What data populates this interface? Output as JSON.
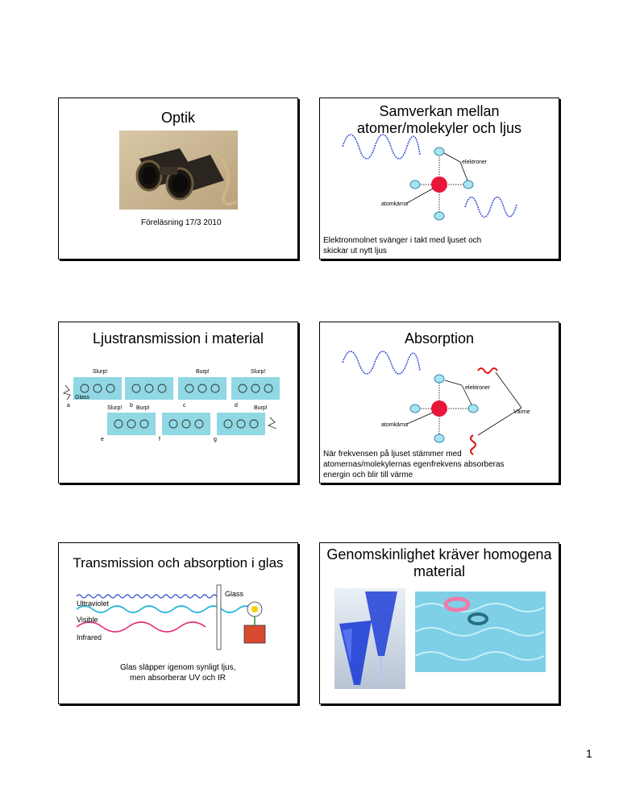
{
  "slides": [
    {
      "title": "Optik",
      "caption": "Föreläsning 17/3 2010"
    },
    {
      "title_line1": "Samverkan mellan",
      "title_line2": "atomer/molekyler och ljus",
      "label_electrons": "elektroner",
      "label_nucleus": "atomkärna",
      "caption_line1": "Elektronmolnet svänger i takt med ljuset och",
      "caption_line2": "skickar ut nytt ljus"
    },
    {
      "title": "Ljustransmission i material",
      "panel_letters": [
        "a",
        "b",
        "c",
        "d",
        "e",
        "f",
        "g"
      ],
      "label_glass": "Glass",
      "sound_words": [
        "Slurp!",
        "Burp!",
        "Slurp!",
        "Slurp!",
        "Burp!",
        "Burp!"
      ]
    },
    {
      "title": "Absorption",
      "label_electrons": "elektroner",
      "label_nucleus": "atomkärna",
      "label_heat": "Värme",
      "caption_line1": "När frekvensen på ljuset stämmer med",
      "caption_line2": "atomernas/molekylernas egenfrekvens absorberas",
      "caption_line3": "energin och blir till värme"
    },
    {
      "title": "Transmission och absorption i glas",
      "label_uv": "Ultraviolet",
      "label_visible": "Visible",
      "label_ir": "Infrared",
      "label_glass": "Glass",
      "caption_line1": "Glas släpper igenom synligt ljus,",
      "caption_line2": "men absorberar UV och IR"
    },
    {
      "title_line1": "Genomskinlighet kräver homogena",
      "title_line2": "material"
    }
  ],
  "page_number": "1",
  "colors": {
    "wave_blue": "#3a4fd0",
    "nucleus_red": "#e8163a",
    "electron_cyan": "#a8e4f2",
    "glass_cyan": "#8fd8e4",
    "heat_red": "#e01010",
    "cone_blue": "#1f3fd6",
    "pool": "#7fd0e6"
  }
}
